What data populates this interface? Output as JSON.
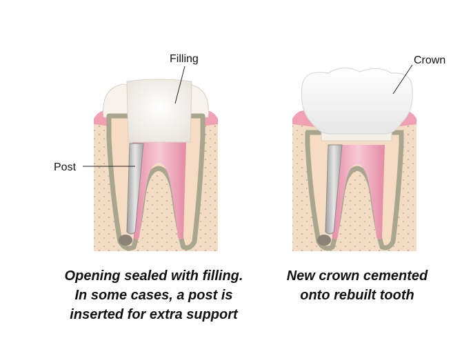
{
  "labels": {
    "filling": "Filling",
    "post": "Post",
    "crown": "Crown"
  },
  "captions": {
    "left": [
      "Opening sealed with filling.",
      "In some cases, a post is",
      "inserted for extra support"
    ],
    "right": [
      "New crown cemented",
      "onto rebuilt tooth"
    ]
  },
  "colors": {
    "bone": "#f2dcc4",
    "bone_dots": "#c7a98d",
    "gum": "#f0a0b2",
    "dentin": "#f6dcc2",
    "enamel_outline": "#a9a690",
    "pulp": "#ea9fb6",
    "post": "#bcbcbc",
    "filling": "#f2eeea",
    "crown": "#f7f7f7"
  }
}
